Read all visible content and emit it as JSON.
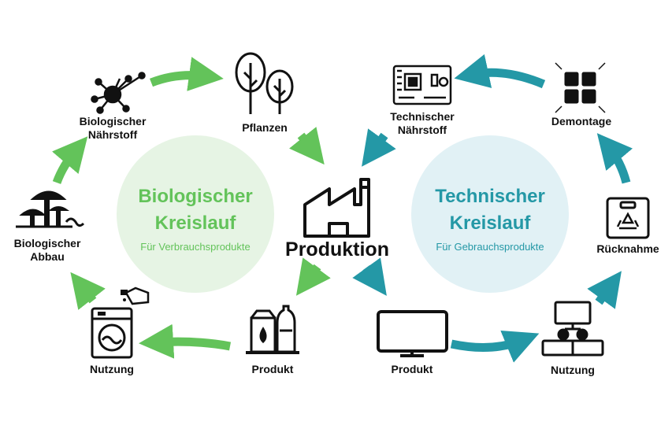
{
  "colors": {
    "bio": "#63c35a",
    "bio_circle": "#e6f4e4",
    "tech": "#2498a6",
    "tech_circle": "#e1f1f5",
    "ink": "#111111"
  },
  "center": {
    "label": "Produktion",
    "icon": "factory-icon"
  },
  "bio_cycle": {
    "title_line1": "Biologischer",
    "title_line2": "Kreislauf",
    "subtitle": "Für Verbrauchsprodukte",
    "nodes": {
      "naehrstoff": {
        "line1": "Biologischer",
        "line2": "Nährstoff",
        "icon": "molecule-icon"
      },
      "pflanzen": {
        "line1": "Pflanzen",
        "icon": "trees-icon"
      },
      "produkt": {
        "line1": "Produkt",
        "icon": "consumer-goods-icon"
      },
      "nutzung": {
        "line1": "Nutzung",
        "icon": "washing-machine-icon"
      },
      "abbau": {
        "line1": "Biologischer",
        "line2": "Abbau",
        "icon": "mushrooms-icon"
      }
    }
  },
  "tech_cycle": {
    "title_line1": "Technischer",
    "title_line2": "Kreislauf",
    "subtitle": "Für Gebrauchsprodukte",
    "nodes": {
      "naehrstoff": {
        "line1": "Technischer",
        "line2": "Nährstoff",
        "icon": "circuit-board-icon"
      },
      "demontage": {
        "line1": "Demontage",
        "icon": "disassembly-icon"
      },
      "ruecknahme": {
        "line1": "Rücknahme",
        "icon": "recycling-bag-icon"
      },
      "nutzung": {
        "line1": "Nutzung",
        "icon": "workstation-icon"
      },
      "produkt": {
        "line1": "Produkt",
        "icon": "monitor-icon"
      }
    }
  }
}
